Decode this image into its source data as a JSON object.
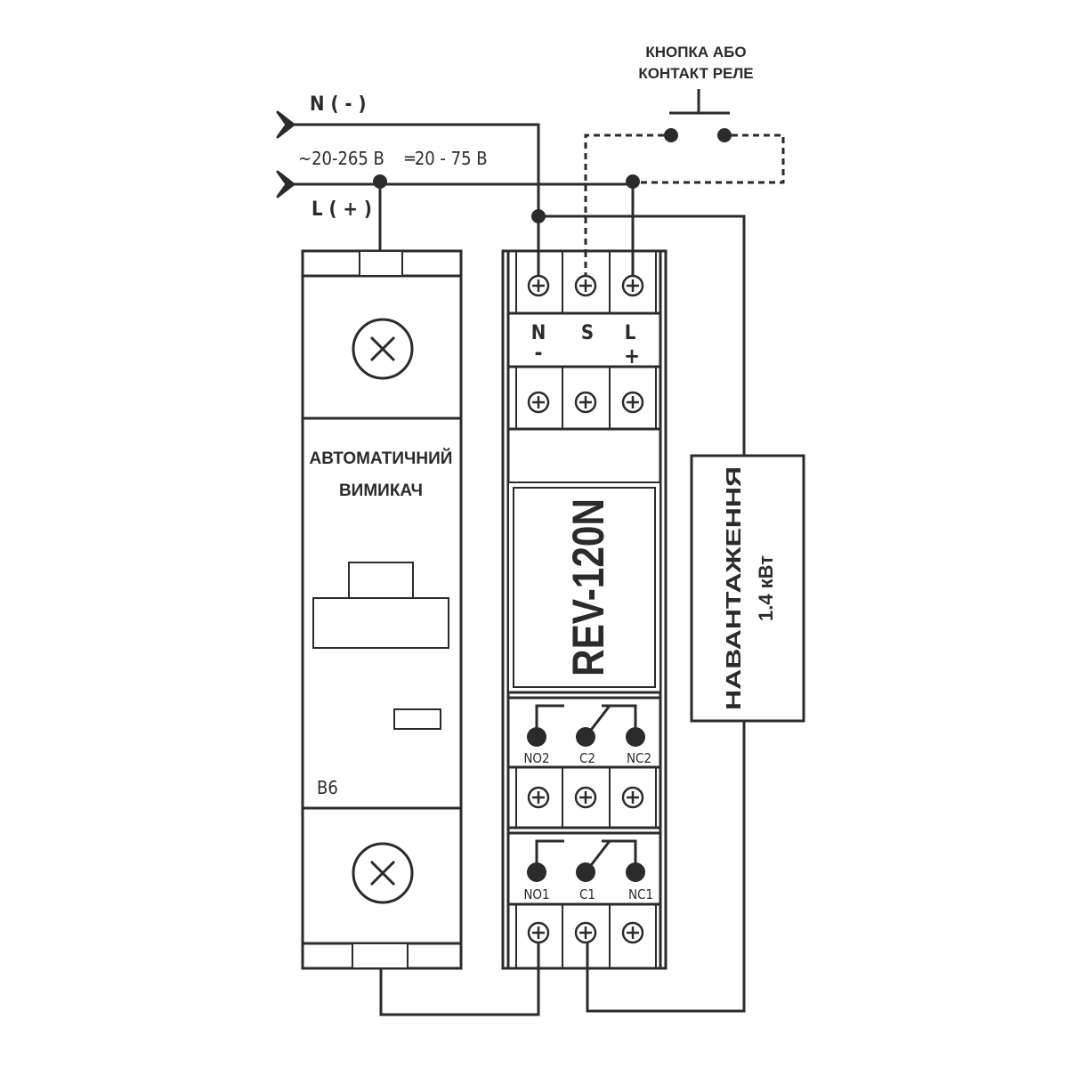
{
  "title": "Wiring diagram REV-120N",
  "supply": {
    "n_label": "N ( - )",
    "l_label": "L ( + )",
    "voltage_ac": "~20-265 В",
    "voltage_dc": "═20 - 75 В"
  },
  "button": {
    "line1": "КНОПКА АБО",
    "line2": "КОНТАКТ РЕЛЕ"
  },
  "breaker": {
    "title_line1": "АВТОМАТИЧНИЙ",
    "title_line2": "ВИМИКАЧ",
    "rating": "B6"
  },
  "relay": {
    "model": "REV-120N",
    "terminal_top": {
      "n": "N",
      "s": "S",
      "l": "L",
      "minus": "-",
      "plus": "+"
    },
    "contacts2": {
      "no": "NO2",
      "c": "C2",
      "nc": "NC2"
    },
    "contacts1": {
      "no": "NO1",
      "c": "C1",
      "nc": "NC1"
    }
  },
  "load": {
    "title": "НАВАНТАЖЕННЯ",
    "power": "1.4 кВт"
  }
}
